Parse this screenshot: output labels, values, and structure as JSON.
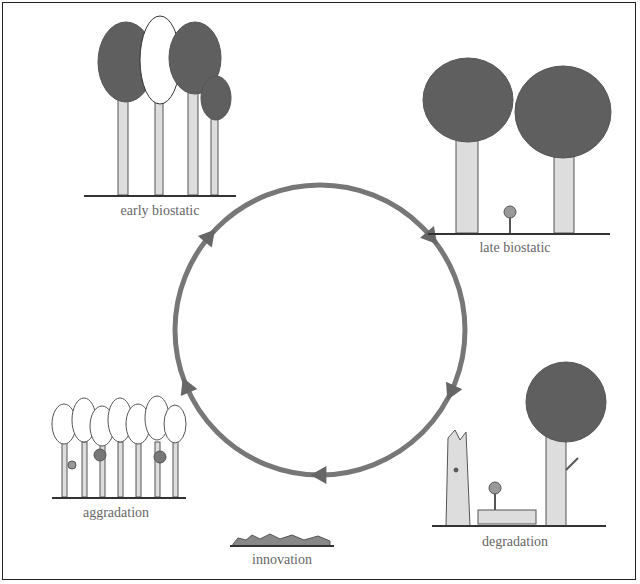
{
  "diagram": {
    "labels": [
      "early biostatic",
      "late biostatic",
      "degradation",
      "innovation",
      "aggradation"
    ]
  }
}
